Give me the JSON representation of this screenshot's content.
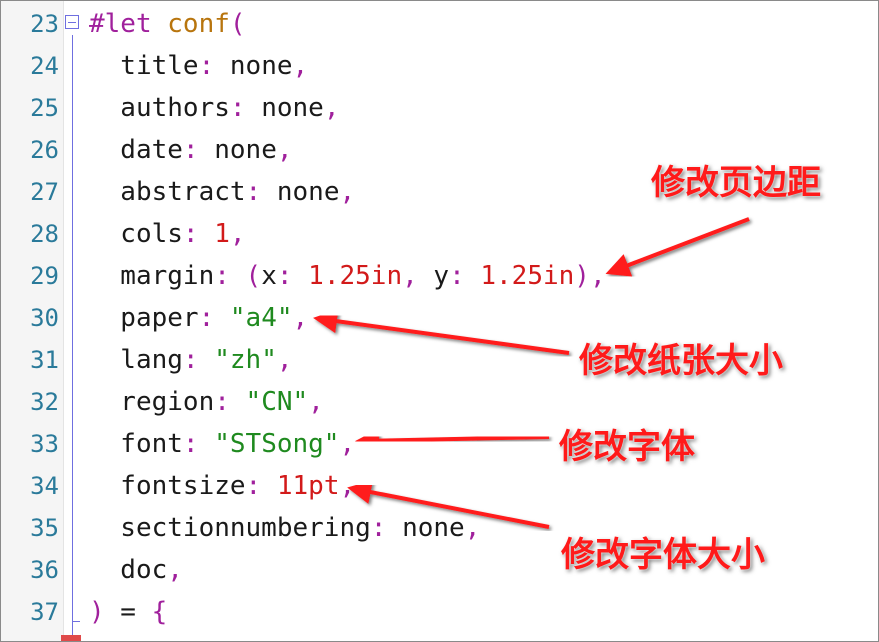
{
  "editor": {
    "lines": [
      {
        "no": "23",
        "parts": [
          [
            "kw",
            "#let"
          ],
          [
            "plain",
            " "
          ],
          [
            "fn",
            "conf"
          ],
          [
            "punc",
            "("
          ]
        ]
      },
      {
        "no": "24",
        "parts": [
          [
            "plain",
            "  title"
          ],
          [
            "punc",
            ":"
          ],
          [
            "plain",
            " none"
          ],
          [
            "punc",
            ","
          ]
        ]
      },
      {
        "no": "25",
        "parts": [
          [
            "plain",
            "  authors"
          ],
          [
            "punc",
            ":"
          ],
          [
            "plain",
            " none"
          ],
          [
            "punc",
            ","
          ]
        ]
      },
      {
        "no": "26",
        "parts": [
          [
            "plain",
            "  date"
          ],
          [
            "punc",
            ":"
          ],
          [
            "plain",
            " none"
          ],
          [
            "punc",
            ","
          ]
        ]
      },
      {
        "no": "27",
        "parts": [
          [
            "plain",
            "  abstract"
          ],
          [
            "punc",
            ":"
          ],
          [
            "plain",
            " none"
          ],
          [
            "punc",
            ","
          ]
        ]
      },
      {
        "no": "28",
        "parts": [
          [
            "plain",
            "  cols"
          ],
          [
            "punc",
            ":"
          ],
          [
            "plain",
            " "
          ],
          [
            "num",
            "1"
          ],
          [
            "punc",
            ","
          ]
        ]
      },
      {
        "no": "29",
        "parts": [
          [
            "plain",
            "  margin"
          ],
          [
            "punc",
            ":"
          ],
          [
            "plain",
            " "
          ],
          [
            "punc",
            "("
          ],
          [
            "plain",
            "x"
          ],
          [
            "punc",
            ":"
          ],
          [
            "plain",
            " "
          ],
          [
            "num",
            "1.25in"
          ],
          [
            "punc",
            ","
          ],
          [
            "plain",
            " y"
          ],
          [
            "punc",
            ":"
          ],
          [
            "plain",
            " "
          ],
          [
            "num",
            "1.25in"
          ],
          [
            "punc",
            "),"
          ]
        ]
      },
      {
        "no": "30",
        "parts": [
          [
            "plain",
            "  paper"
          ],
          [
            "punc",
            ":"
          ],
          [
            "plain",
            " "
          ],
          [
            "str",
            "\"a4\""
          ],
          [
            "punc",
            ","
          ]
        ]
      },
      {
        "no": "31",
        "parts": [
          [
            "plain",
            "  lang"
          ],
          [
            "punc",
            ":"
          ],
          [
            "plain",
            " "
          ],
          [
            "str",
            "\"zh\""
          ],
          [
            "punc",
            ","
          ]
        ]
      },
      {
        "no": "32",
        "parts": [
          [
            "plain",
            "  region"
          ],
          [
            "punc",
            ":"
          ],
          [
            "plain",
            " "
          ],
          [
            "str",
            "\"CN\""
          ],
          [
            "punc",
            ","
          ]
        ]
      },
      {
        "no": "33",
        "parts": [
          [
            "plain",
            "  font"
          ],
          [
            "punc",
            ":"
          ],
          [
            "plain",
            " "
          ],
          [
            "str",
            "\"STSong\""
          ],
          [
            "punc",
            ","
          ]
        ]
      },
      {
        "no": "34",
        "parts": [
          [
            "plain",
            "  fontsize"
          ],
          [
            "punc",
            ":"
          ],
          [
            "plain",
            " "
          ],
          [
            "num",
            "11pt"
          ],
          [
            "punc",
            ","
          ]
        ]
      },
      {
        "no": "35",
        "parts": [
          [
            "plain",
            "  sectionnumbering"
          ],
          [
            "punc",
            ":"
          ],
          [
            "plain",
            " none"
          ],
          [
            "punc",
            ","
          ]
        ]
      },
      {
        "no": "36",
        "parts": [
          [
            "plain",
            "  doc"
          ],
          [
            "punc",
            ","
          ]
        ]
      },
      {
        "no": "37",
        "parts": [
          [
            "punc",
            ")"
          ],
          [
            "plain",
            " = "
          ],
          [
            "punc",
            "{"
          ]
        ]
      }
    ]
  },
  "annotations": {
    "margin": "修改页边距",
    "paper": "修改纸张大小",
    "font": "修改字体",
    "fontsize": "修改字体大小"
  },
  "colors": {
    "annotation": "#ff1a1a",
    "keyword": "#a0209c",
    "function": "#b8750e",
    "number": "#d21a1a",
    "string": "#1f8a1f",
    "line_number": "#2a7a9a"
  }
}
